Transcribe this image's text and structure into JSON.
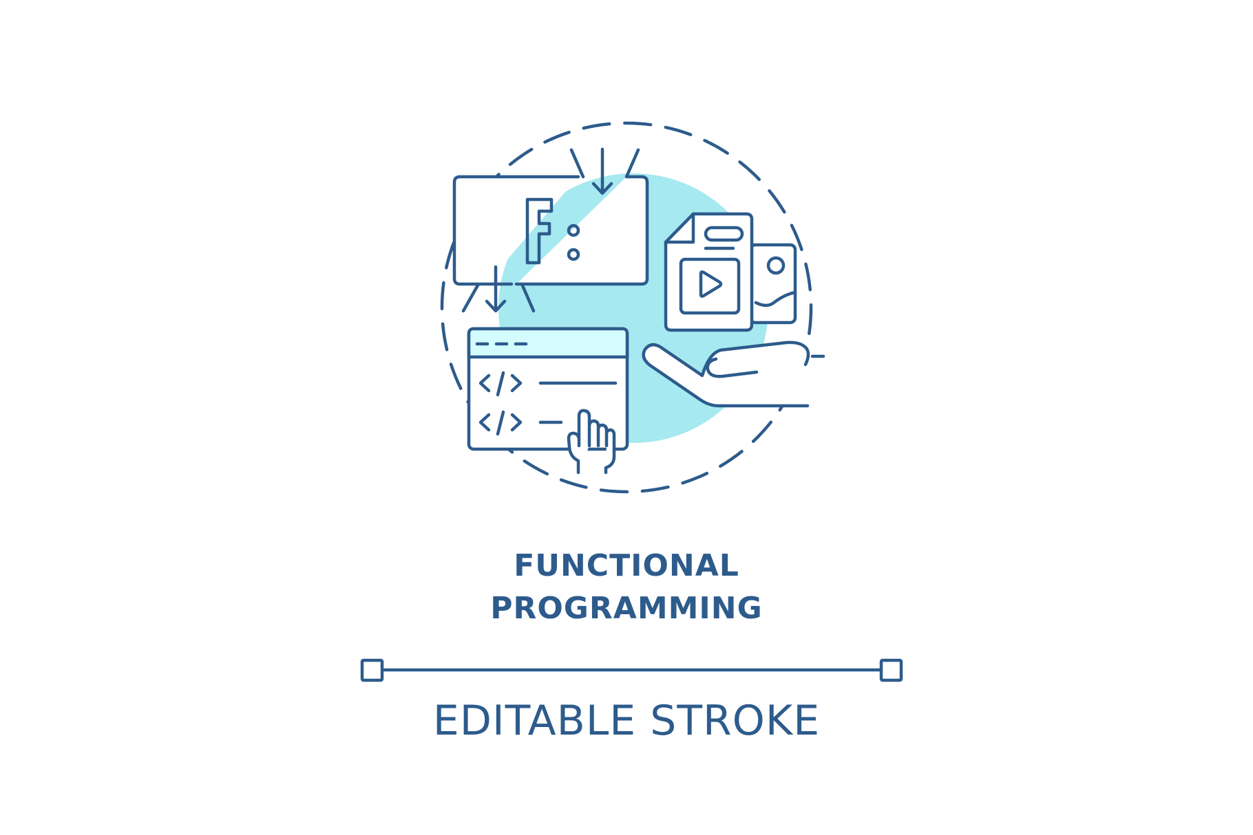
{
  "title_line_1": "FUNCTIONAL",
  "title_line_2": "PROGRAMMING",
  "caption": "EDITABLE STROKE",
  "icon_glyphs": {
    "f_letter": "F",
    "code_tag_1": "</>",
    "code_tag_2": "</>"
  },
  "icons": [
    "dashed-circle-icon",
    "function-f-window-icon",
    "code-editor-window-icon",
    "pointing-hand-icon",
    "media-file-icon",
    "open-palm-hand-icon",
    "down-arrow-icon"
  ],
  "colors": {
    "stroke": "#2d5b8c",
    "accent_fill": "#a6e9f0",
    "light_fill": "#d4fbfd",
    "background": "#ffffff"
  }
}
